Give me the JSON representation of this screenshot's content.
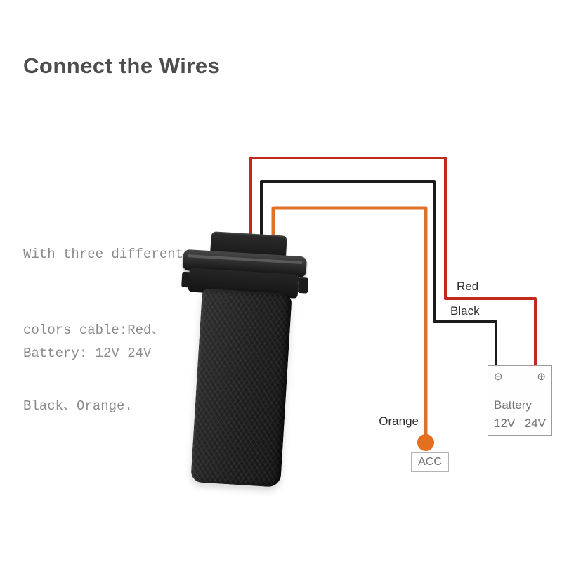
{
  "title": "Connect the Wires",
  "left_panel": {
    "lines": [
      "With three different",
      "colors cable:Red、",
      "Black、Orange."
    ],
    "battery_note": "Battery: 12V 24V"
  },
  "wire_labels": {
    "red": "Red",
    "black": "Black",
    "orange": "Orange"
  },
  "acc_label": "ACC",
  "battery": {
    "minus_symbol": "⊖",
    "plus_symbol": "⊕",
    "label": "Battery",
    "v1": "12V",
    "v2": "24V"
  },
  "colors": {
    "red_wire": "#c02a1c",
    "black_wire": "#1b1b1b",
    "orange_wire": "#df7129",
    "orange_dot": "#e2701f"
  }
}
